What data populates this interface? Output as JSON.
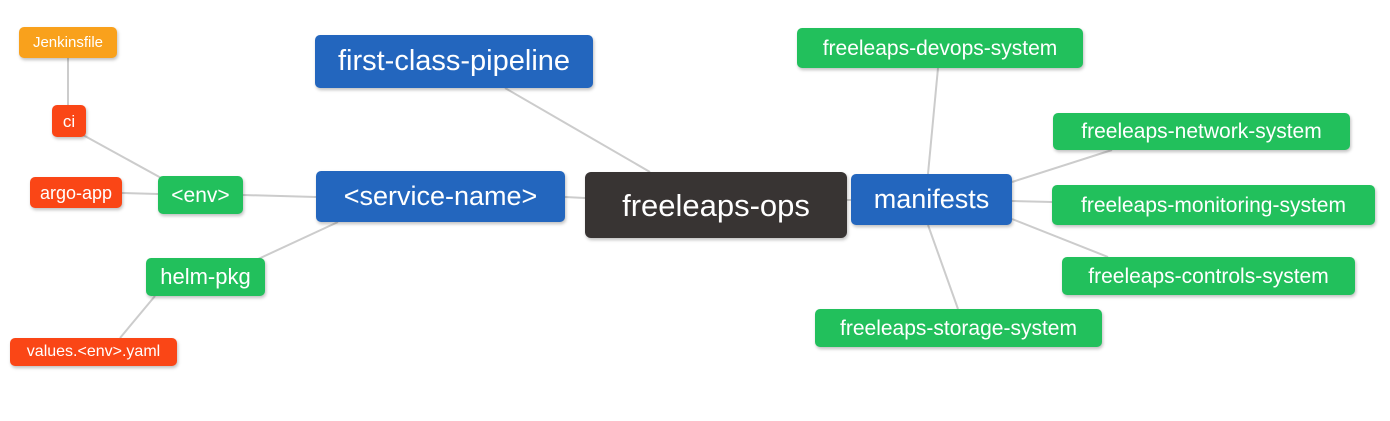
{
  "diagram": {
    "type": "mindmap",
    "background_color": "#ffffff",
    "edge_color": "#cccccc",
    "colors": {
      "primary_blue": "#2366be",
      "secondary_green": "#22c05c",
      "leaf_red": "#fa4616",
      "leaf_orange": "#f9a11c",
      "root_dark": "#383433"
    },
    "root": "freeleaps-ops",
    "nodes": [
      {
        "id": "jenkinsfile",
        "label": "Jenkinsfile",
        "color": "orange",
        "level": "leaf"
      },
      {
        "id": "ci",
        "label": "ci",
        "color": "red",
        "level": "leaf"
      },
      {
        "id": "argo-app",
        "label": "argo-app",
        "color": "red",
        "level": "leaf"
      },
      {
        "id": "env",
        "label": "<env>",
        "color": "green",
        "level": "secondary"
      },
      {
        "id": "helm-pkg",
        "label": "helm-pkg",
        "color": "green",
        "level": "secondary"
      },
      {
        "id": "values-env-yaml",
        "label": "values.<env>.yaml",
        "color": "red",
        "level": "leaf"
      },
      {
        "id": "first-class-pipeline",
        "label": "first-class-pipeline",
        "color": "blue",
        "level": "primary"
      },
      {
        "id": "service-name",
        "label": "<service-name>",
        "color": "blue",
        "level": "primary"
      },
      {
        "id": "freeleaps-ops",
        "label": "freeleaps-ops",
        "color": "dark",
        "level": "root"
      },
      {
        "id": "manifests",
        "label": "manifests",
        "color": "blue",
        "level": "primary"
      },
      {
        "id": "freeleaps-devops-system",
        "label": "freeleaps-devops-system",
        "color": "green",
        "level": "secondary"
      },
      {
        "id": "freeleaps-network-system",
        "label": "freeleaps-network-system",
        "color": "green",
        "level": "secondary"
      },
      {
        "id": "freeleaps-monitoring-system",
        "label": "freeleaps-monitoring-system",
        "color": "green",
        "level": "secondary"
      },
      {
        "id": "freeleaps-controls-system",
        "label": "freeleaps-controls-system",
        "color": "green",
        "level": "secondary"
      },
      {
        "id": "freeleaps-storage-system",
        "label": "freeleaps-storage-system",
        "color": "green",
        "level": "secondary"
      }
    ],
    "edges": [
      {
        "from": "Jenkinsfile",
        "to": "ci"
      },
      {
        "from": "ci",
        "to": "<env>"
      },
      {
        "from": "argo-app",
        "to": "<env>"
      },
      {
        "from": "<env>",
        "to": "<service-name>"
      },
      {
        "from": "<service-name>",
        "to": "helm-pkg"
      },
      {
        "from": "helm-pkg",
        "to": "values.<env>.yaml"
      },
      {
        "from": "first-class-pipeline",
        "to": "freeleaps-ops"
      },
      {
        "from": "<service-name>",
        "to": "freeleaps-ops"
      },
      {
        "from": "freeleaps-ops",
        "to": "manifests"
      },
      {
        "from": "manifests",
        "to": "freeleaps-devops-system"
      },
      {
        "from": "manifests",
        "to": "freeleaps-network-system"
      },
      {
        "from": "manifests",
        "to": "freeleaps-monitoring-system"
      },
      {
        "from": "manifests",
        "to": "freeleaps-controls-system"
      },
      {
        "from": "manifests",
        "to": "freeleaps-storage-system"
      }
    ]
  }
}
